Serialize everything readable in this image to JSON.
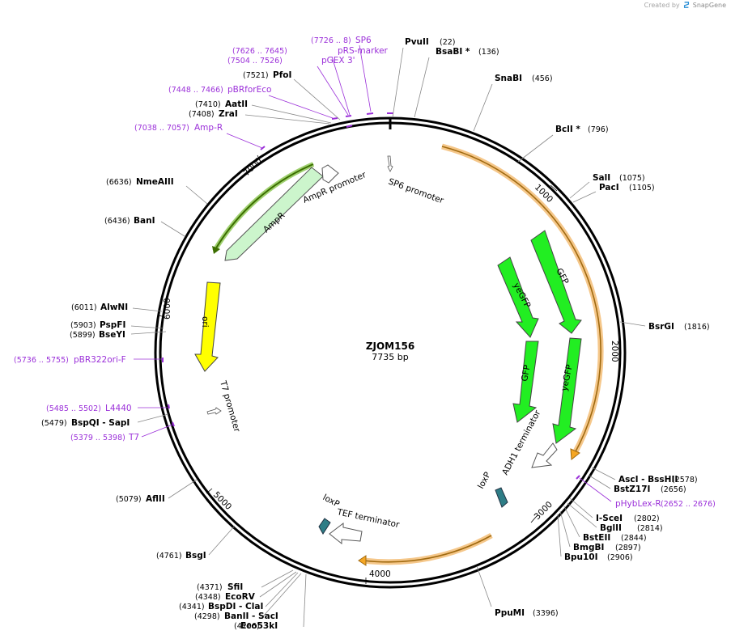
{
  "credit": {
    "prefix": "Created by",
    "brand": "SnapGene"
  },
  "plasmid": {
    "name": "ZJOM156",
    "length_label": "7735 bp",
    "total_bp": 7735
  },
  "colors": {
    "primer": "#9b30d9",
    "gfp": "#22ee22",
    "ori": "#ffff00",
    "ampr": "#ccf5cc",
    "ampr_outline": "#4e8a00",
    "orange": "#f5a623",
    "loxp": "#2e7d86"
  },
  "ticks": [
    "1000",
    "2000",
    "3000",
    "4000",
    "5000",
    "6000",
    "7000"
  ],
  "sites": [
    {
      "name": "PvuII",
      "pos": "(22)"
    },
    {
      "name": "BsaBI *",
      "pos": "(136)"
    },
    {
      "name": "SnaBI",
      "pos": "(456)"
    },
    {
      "name": "BclI *",
      "pos": "(796)"
    },
    {
      "name": "SalI",
      "pos": "(1075)"
    },
    {
      "name": "PacI",
      "pos": "(1105)"
    },
    {
      "name": "BsrGI",
      "pos": "(1816)"
    },
    {
      "name": "AscI  - BssHII",
      "pos": "(2578)"
    },
    {
      "name": "BstZ17I",
      "pos": "(2656)"
    },
    {
      "name": "I-SceI",
      "pos": "(2802)"
    },
    {
      "name": "BglII",
      "pos": "(2814)"
    },
    {
      "name": "BstEII",
      "pos": "(2844)"
    },
    {
      "name": "BmgBI",
      "pos": "(2897)"
    },
    {
      "name": "Bpu10I",
      "pos": "(2906)"
    },
    {
      "name": "PpuMI",
      "pos": "(3396)"
    },
    {
      "name": "SfiI",
      "pos": "(4371)"
    },
    {
      "name": "EcoRV",
      "pos": "(4348)"
    },
    {
      "name": "BspDI  - ClaI",
      "pos": "(4341)"
    },
    {
      "name": "BanII  - SacI",
      "pos": "(4298)"
    },
    {
      "name": "Eco53kI",
      "pos": "(4296)"
    },
    {
      "name": "BsgI",
      "pos": "(4761)"
    },
    {
      "name": "AflII",
      "pos": "(5079)"
    },
    {
      "name": "BspQI  - SapI",
      "pos": "(5479)"
    },
    {
      "name": "BseYI",
      "pos": "(5899)"
    },
    {
      "name": "PspFI",
      "pos": "(5903)"
    },
    {
      "name": "AlwNI",
      "pos": "(6011)"
    },
    {
      "name": "BanI",
      "pos": "(6436)"
    },
    {
      "name": "NmeAIII",
      "pos": "(6636)"
    },
    {
      "name": "ZraI",
      "pos": "(7408)"
    },
    {
      "name": "AatII",
      "pos": "(7410)"
    },
    {
      "name": "PfoI",
      "pos": "(7521)"
    }
  ],
  "primers": [
    {
      "name": "SP6",
      "pos": "(7726 .. 8)"
    },
    {
      "name": "pRS-marker",
      "pos": "(7626 .. 7645)"
    },
    {
      "name": "pGEX 3'",
      "pos": "(7504 .. 7526)"
    },
    {
      "name": "pBRforEco",
      "pos": "(7448 .. 7466)"
    },
    {
      "name": "Amp-R",
      "pos": "(7038 .. 7057)"
    },
    {
      "name": "pBR322ori-F",
      "pos": "(5736 .. 5755)"
    },
    {
      "name": "L4440",
      "pos": "(5485 .. 5502)"
    },
    {
      "name": "T7",
      "pos": "(5379 .. 5398)"
    },
    {
      "name": "pHybLex-R",
      "pos": "(2652 .. 2676)"
    }
  ],
  "features": [
    {
      "name": "SP6 promoter"
    },
    {
      "name": "GFP"
    },
    {
      "name": "yeGFP"
    },
    {
      "name": "yeGFP"
    },
    {
      "name": "GFP"
    },
    {
      "name": "ADH1 terminator"
    },
    {
      "name": "loxP"
    },
    {
      "name": "loxP"
    },
    {
      "name": "TEF terminator"
    },
    {
      "name": "T7 promoter"
    },
    {
      "name": "ori"
    },
    {
      "name": "AmpR"
    },
    {
      "name": "AmpR promoter"
    }
  ]
}
